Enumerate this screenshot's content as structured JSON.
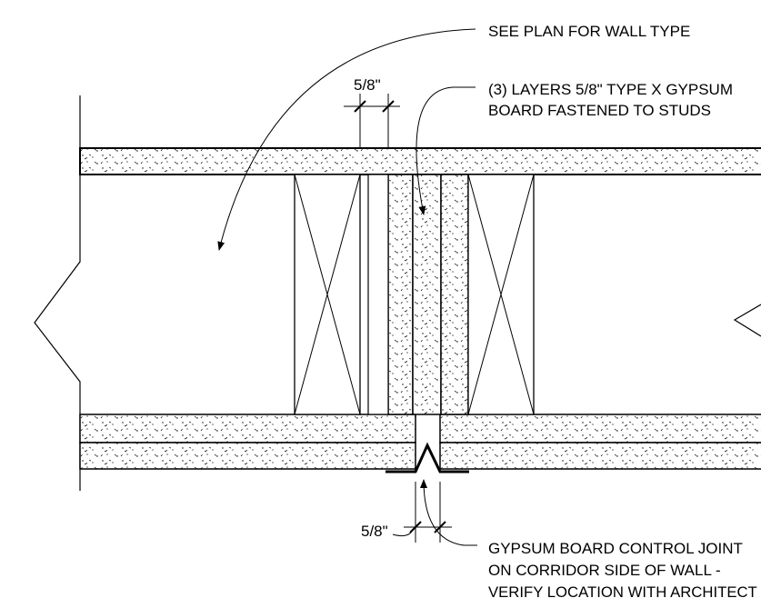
{
  "callouts": {
    "wall_type": {
      "text": "SEE PLAN FOR WALL TYPE"
    },
    "gypsum_layers": {
      "line1": "(3) LAYERS 5/8\" TYPE X GYPSUM",
      "line2": "BOARD FASTENED TO STUDS"
    },
    "control_joint": {
      "line1": "GYPSUM BOARD CONTROL JOINT",
      "line2": "ON CORRIDOR SIDE OF WALL -",
      "line3": "VERIFY LOCATION WITH ARCHITECT"
    }
  },
  "dimensions": {
    "top": "5/8\"",
    "bottom": "5/8\""
  },
  "colors": {
    "ink": "#000000",
    "paper": "#ffffff"
  }
}
